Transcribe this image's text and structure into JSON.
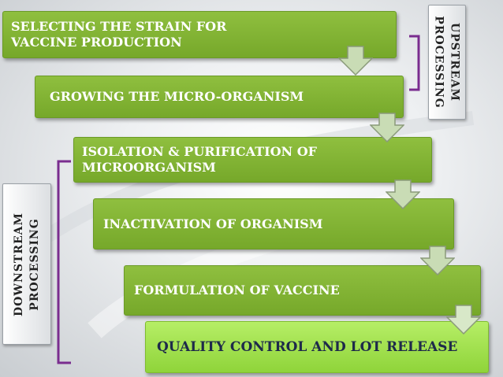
{
  "steps": [
    {
      "label": "SELECTING THE STRAIN FOR\nVACCINE PRODUCTION"
    },
    {
      "label": "GROWING THE MICRO-ORGANISM"
    },
    {
      "label": "ISOLATION & PURIFICATION OF\nMICROORGANISM"
    },
    {
      "label": "INACTIVATION OF ORGANISM"
    },
    {
      "label": "FORMULATION OF VACCINE"
    },
    {
      "label": "QUALITY CONTROL AND LOT RELEASE"
    }
  ],
  "side_labels": {
    "upstream": "UPSTREAM\nPROCESSING",
    "downstream": "DOWNSTREAM\nPROCESSING"
  },
  "colors": {
    "step_green": "#7fb233",
    "final_step_green": "#a6e253",
    "bracket_purple": "#7a2d8f",
    "arrow_fill": "#c9dcb5"
  }
}
